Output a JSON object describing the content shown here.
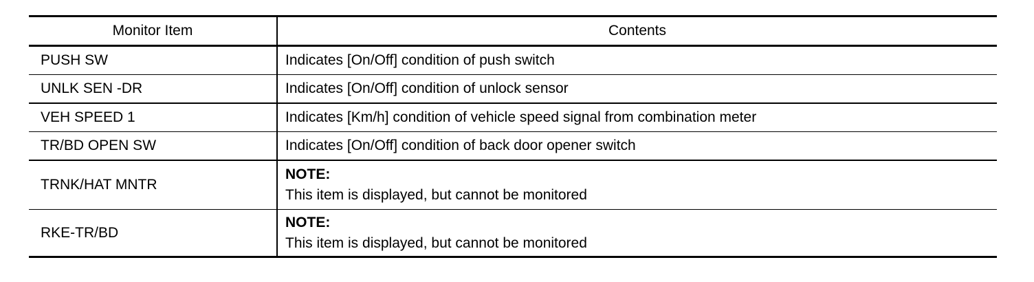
{
  "table": {
    "columns": {
      "item_header": "Monitor Item",
      "contents_header": "Contents"
    },
    "rows": [
      {
        "item": "PUSH SW",
        "content": "Indicates [On/Off] condition of push switch"
      },
      {
        "item": "UNLK SEN -DR",
        "content": "Indicates [On/Off] condition of unlock sensor"
      },
      {
        "item": "VEH SPEED 1",
        "content": "Indicates [Km/h] condition of vehicle speed signal from combination meter"
      },
      {
        "item": "TR/BD OPEN SW",
        "content": "Indicates [On/Off] condition of back door opener switch"
      },
      {
        "item": "TRNK/HAT MNTR",
        "note_label": "NOTE:",
        "content": "This item is displayed, but cannot be monitored"
      },
      {
        "item": "RKE-TR/BD",
        "note_label": "NOTE:",
        "content": "This item is displayed, but cannot be monitored"
      }
    ],
    "colors": {
      "border": "#000000",
      "text": "#000000",
      "background": "#ffffff"
    }
  }
}
